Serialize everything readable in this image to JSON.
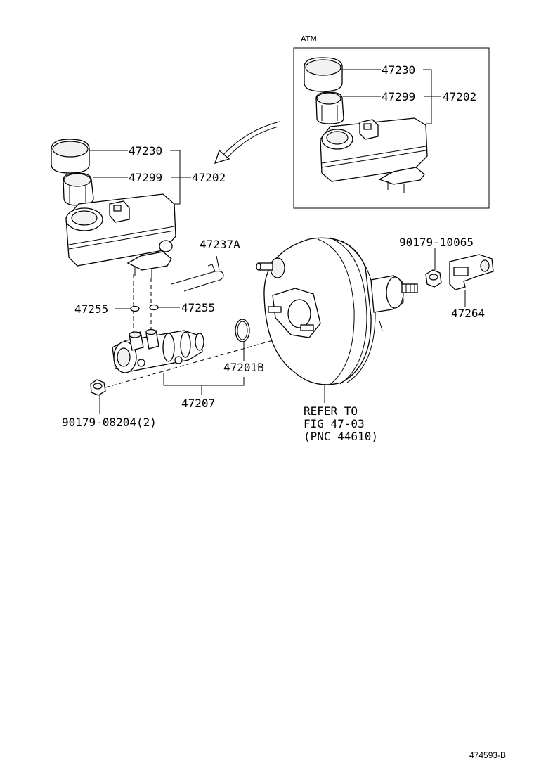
{
  "diagram": {
    "atm_label": "ATM",
    "atm": {
      "cap": "47230",
      "strainer": "47299",
      "reservoir": "47202"
    },
    "main": {
      "cap": "47230",
      "strainer": "47299",
      "reservoir": "47202",
      "pin": "47237A",
      "grommet_left": "47255",
      "grommet_right": "47255",
      "oring": "47201B",
      "master_cylinder": "47207",
      "nut_left": "90179-08204(2)",
      "nut_right": "90179-10065",
      "clevis": "47264",
      "booster_ref": [
        "REFER TO",
        "FIG 47-03",
        "(PNC 44610)"
      ]
    },
    "sheet_id": "474593-B"
  }
}
